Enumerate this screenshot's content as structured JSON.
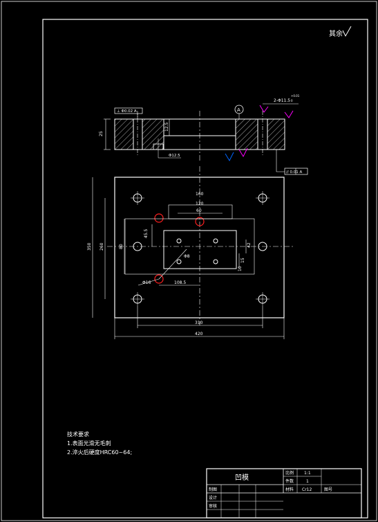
{
  "drawing": {
    "roughness_note": "其余",
    "section": {
      "tol_left": "⊥ Φ0.02 A",
      "tol_right": "2-Φ11.5",
      "tol_right_sup": "+0.01",
      "tol_right_sub": "0",
      "thickness": "25",
      "height_dim": "12.5",
      "hole_callout": "Φ12.5",
      "datum": "A",
      "flatness": "// 0.01 A"
    },
    "plan": {
      "dim_top1": "160",
      "dim_top2": "120",
      "dim_top3": "60",
      "dim_left_outer": "350",
      "dim_left_inner": "260",
      "dim_left3": "80",
      "dim_small": "45.5",
      "dim_right1": "42",
      "dim_right2": "15",
      "dim_right3": "10",
      "hole_phi": "Φ8",
      "dim_diag": "Φ16",
      "dim_base": "108.5",
      "dim_bottom1": "310",
      "dim_bottom2": "420"
    },
    "notes": {
      "title": "技术要求",
      "item1": "1.表面光滑无毛刺",
      "item2": "2.淬火后硬度HRC60~64;"
    },
    "title_block": {
      "part_name": "凹模",
      "scale_label": "比例",
      "scale_value": "1:1",
      "qty_label": "件数",
      "qty_value": "1",
      "material_label": "材料",
      "material_value": "Cr12",
      "drawing_no_label": "图号",
      "draw_label": "制图",
      "design_label": "设计",
      "check_label": "审核"
    }
  }
}
